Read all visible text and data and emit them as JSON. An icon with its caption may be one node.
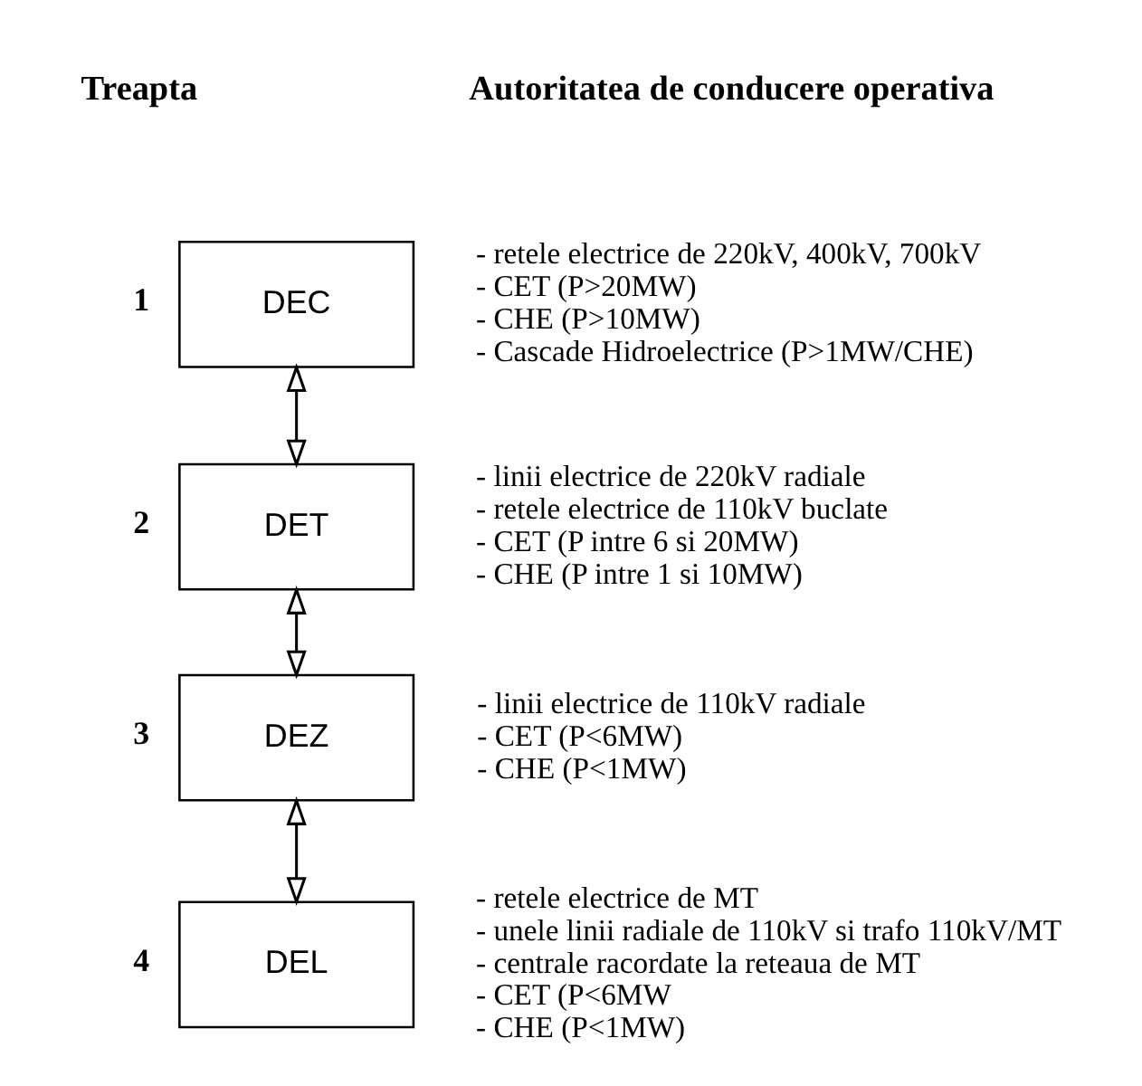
{
  "diagram": {
    "nodes": [
      {
        "text": [
          "DEC"
        ],
        "beside": [
          "1",
          "- retele electrice de 220kV, 400kV, 700kV",
          "- CET (P>20MW)",
          "- CHE (P>10MW)",
          "- Cascade Hidroelectrice (P>1MW/CHE)"
        ]
      },
      {
        "text": [
          "DET"
        ],
        "beside": [
          "2",
          "- linii electrice de 220kV radiale",
          "- retele electrice de 110kV buclate",
          "- CET (P intre 6 si 20MW)",
          "- CHE (P intre 1 si 10MW)"
        ]
      },
      {
        "text": [
          "DEZ"
        ],
        "beside": [
          "3",
          "- linii electrice de 110kV radiale",
          "- CET (P<6MW)",
          "- CHE (P<1MW)"
        ]
      },
      {
        "text": [
          "DEL"
        ],
        "beside": [
          "4",
          "- retele electrice de MT",
          "- unele linii radiale de 110kV si trafo 110kV/MT",
          "- centrale racordate la reteaua de MT",
          "- CET (P<6MW",
          "- CHE (P<1MW)"
        ]
      }
    ],
    "edges": [
      {
        "from": 0,
        "to": 1,
        "arrow": "both"
      },
      {
        "from": 1,
        "to": 2,
        "arrow": "both"
      },
      {
        "from": 2,
        "to": 3,
        "arrow": "both"
      }
    ],
    "labels": [
      "Treapta",
      "Autoritatea de conducere operativa"
    ]
  }
}
